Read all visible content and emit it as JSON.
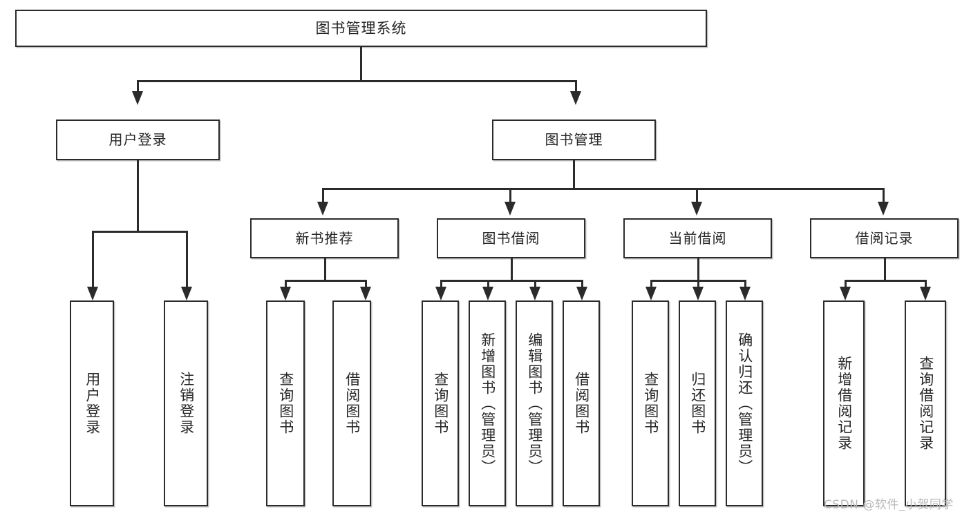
{
  "diagram": {
    "type": "tree-hierarchy-functional-structure",
    "title": "图书管理系统",
    "root": {
      "label": "图书管理系统"
    },
    "level2": [
      {
        "id": "user-login",
        "label": "用户登录"
      },
      {
        "id": "book-management",
        "label": "图书管理"
      }
    ],
    "level3": [
      {
        "id": "new-book-recommend",
        "label": "新书推荐",
        "parent": "book-management"
      },
      {
        "id": "book-borrow",
        "label": "图书借阅",
        "parent": "book-management"
      },
      {
        "id": "current-borrow",
        "label": "当前借阅",
        "parent": "book-management"
      },
      {
        "id": "borrow-record",
        "label": "借阅记录",
        "parent": "book-management"
      }
    ],
    "leaves": {
      "user-login": [
        {
          "id": "leaf-user-login",
          "label": "用户登录"
        },
        {
          "id": "leaf-user-logout",
          "label": "注销登录"
        }
      ],
      "new-book-recommend": [
        {
          "id": "leaf-query-book-1",
          "label": "查询图书"
        },
        {
          "id": "leaf-borrow-book-1",
          "label": "借阅图书"
        }
      ],
      "book-borrow": [
        {
          "id": "leaf-query-book-2",
          "label": "查询图书"
        },
        {
          "id": "leaf-add-book",
          "label": "新增图书（管理员）"
        },
        {
          "id": "leaf-edit-book",
          "label": "编辑图书（管理员）"
        },
        {
          "id": "leaf-borrow-book-2",
          "label": "借阅图书"
        }
      ],
      "current-borrow": [
        {
          "id": "leaf-query-book-3",
          "label": "查询图书"
        },
        {
          "id": "leaf-return-book",
          "label": "归还图书"
        },
        {
          "id": "leaf-confirm-return",
          "label": "确认归还（管理员）"
        }
      ],
      "borrow-record": [
        {
          "id": "leaf-add-record",
          "label": "新增借阅记录"
        },
        {
          "id": "leaf-query-record",
          "label": "查询借阅记录"
        }
      ]
    }
  },
  "watermark": {
    "text": "CSDN @软件_小贺同学"
  },
  "colors": {
    "stroke": "#2b2b2b",
    "box_fill": "#ffffff",
    "text": "#262626",
    "watermark": "#b9b9b9",
    "background": "#ffffff"
  }
}
